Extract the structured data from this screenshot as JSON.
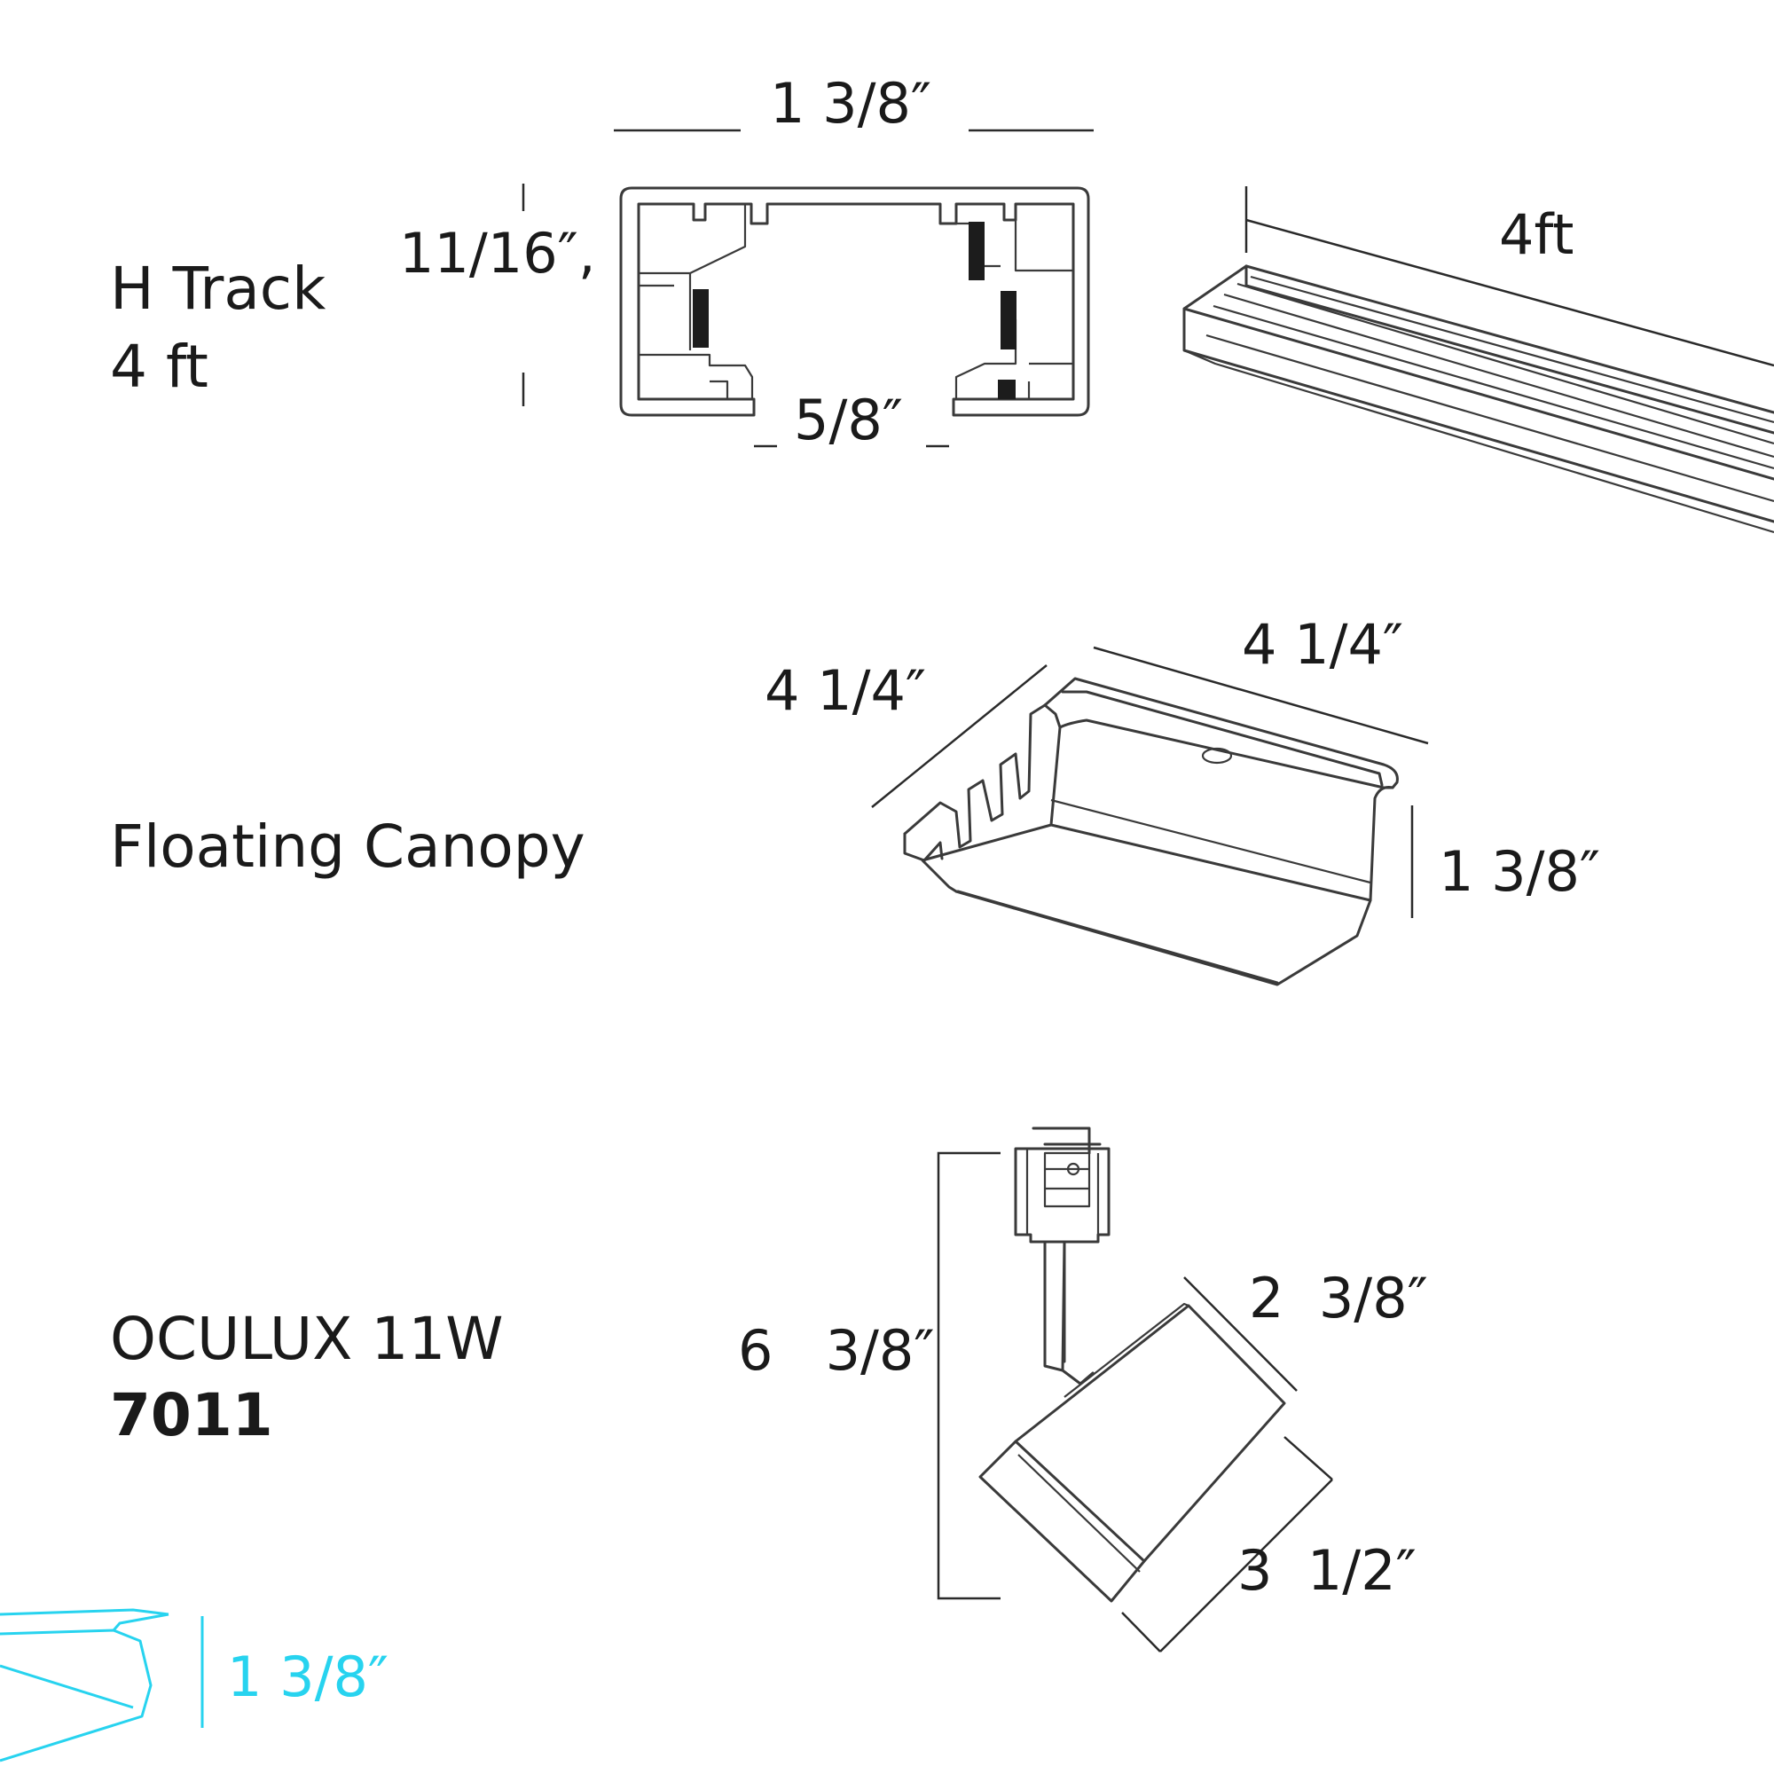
{
  "products": {
    "htrack": {
      "name_line1": "H Track",
      "name_line2": "4 ft"
    },
    "canopy": {
      "name": "Floating Canopy"
    },
    "oculux": {
      "name": "OCULUX 11W",
      "code": "7011"
    }
  },
  "dimensions": {
    "htrack_width": "1 3/8″",
    "htrack_height": "11/16″,",
    "htrack_slot": "5/8″",
    "htrack_length": "4ft",
    "canopy_width_left": "4 1/4″",
    "canopy_width_right": "4 1/4″",
    "canopy_height": "1 3/8″",
    "oculux_height": "6   3/8″",
    "oculux_head_width": "2  3/8″",
    "oculux_head_length": "3  1/2″",
    "partial_height": "1 3/8″"
  },
  "colors": {
    "line": "#3a3a3a",
    "text": "#1a1a1a",
    "highlight": "#27d3ef"
  }
}
